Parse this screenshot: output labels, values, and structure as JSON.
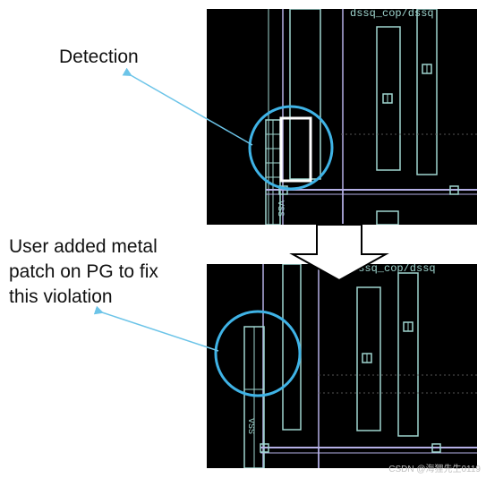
{
  "labels": {
    "detection": "Detection",
    "user_fix_lines": [
      "User added metal",
      "patch on PG to fix",
      "this violation"
    ]
  },
  "layout_text": {
    "top_net": "dssq_cop/dssq",
    "bottom_net": "dssq_cop/dssq",
    "vss": "VSS"
  },
  "watermark": "CSDN @海狸先生0119",
  "colors": {
    "background": "#ffffff",
    "panel": "#000000",
    "metal": "#9fd6cf",
    "grid": "#b5b0e6",
    "highlight_circle": "#3fb3e6",
    "arrow_line": "#6cc4e8",
    "violation": "#ffffff"
  },
  "icons": [
    "down-arrow-icon",
    "via-icon"
  ]
}
